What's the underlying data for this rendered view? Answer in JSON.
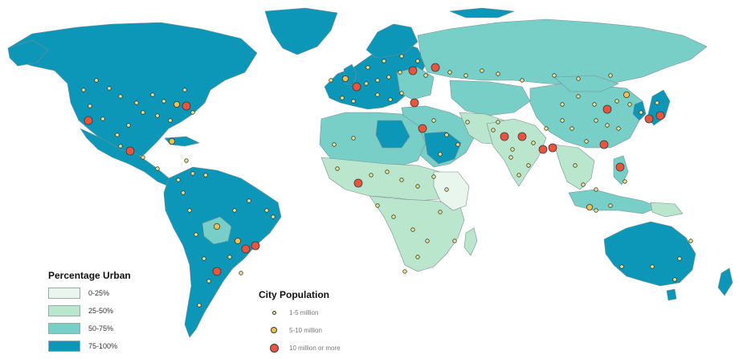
{
  "colors": {
    "water": "#ffffff",
    "urban_0_25": "#e8f6ee",
    "urban_25_50": "#b9e6cd",
    "urban_50_75": "#77cfc8",
    "urban_75_100": "#0c96b8",
    "city_small": "#e8e48c",
    "city_medium": "#f0c24c",
    "city_large": "#e8553f"
  },
  "urban_legend": {
    "title": "Percentage Urban",
    "classes": [
      {
        "label": "0-25%",
        "color_key": "urban_0_25"
      },
      {
        "label": "25-50%",
        "color_key": "urban_25_50"
      },
      {
        "label": "50-75%",
        "color_key": "urban_50_75"
      },
      {
        "label": "75-100%",
        "color_key": "urban_75_100"
      }
    ]
  },
  "pop_legend": {
    "title": "City Population",
    "classes": [
      {
        "label": "1-5 million",
        "size": "small"
      },
      {
        "label": "5-10 million",
        "size": "medium"
      },
      {
        "label": "10 million or more",
        "size": "large"
      }
    ]
  }
}
